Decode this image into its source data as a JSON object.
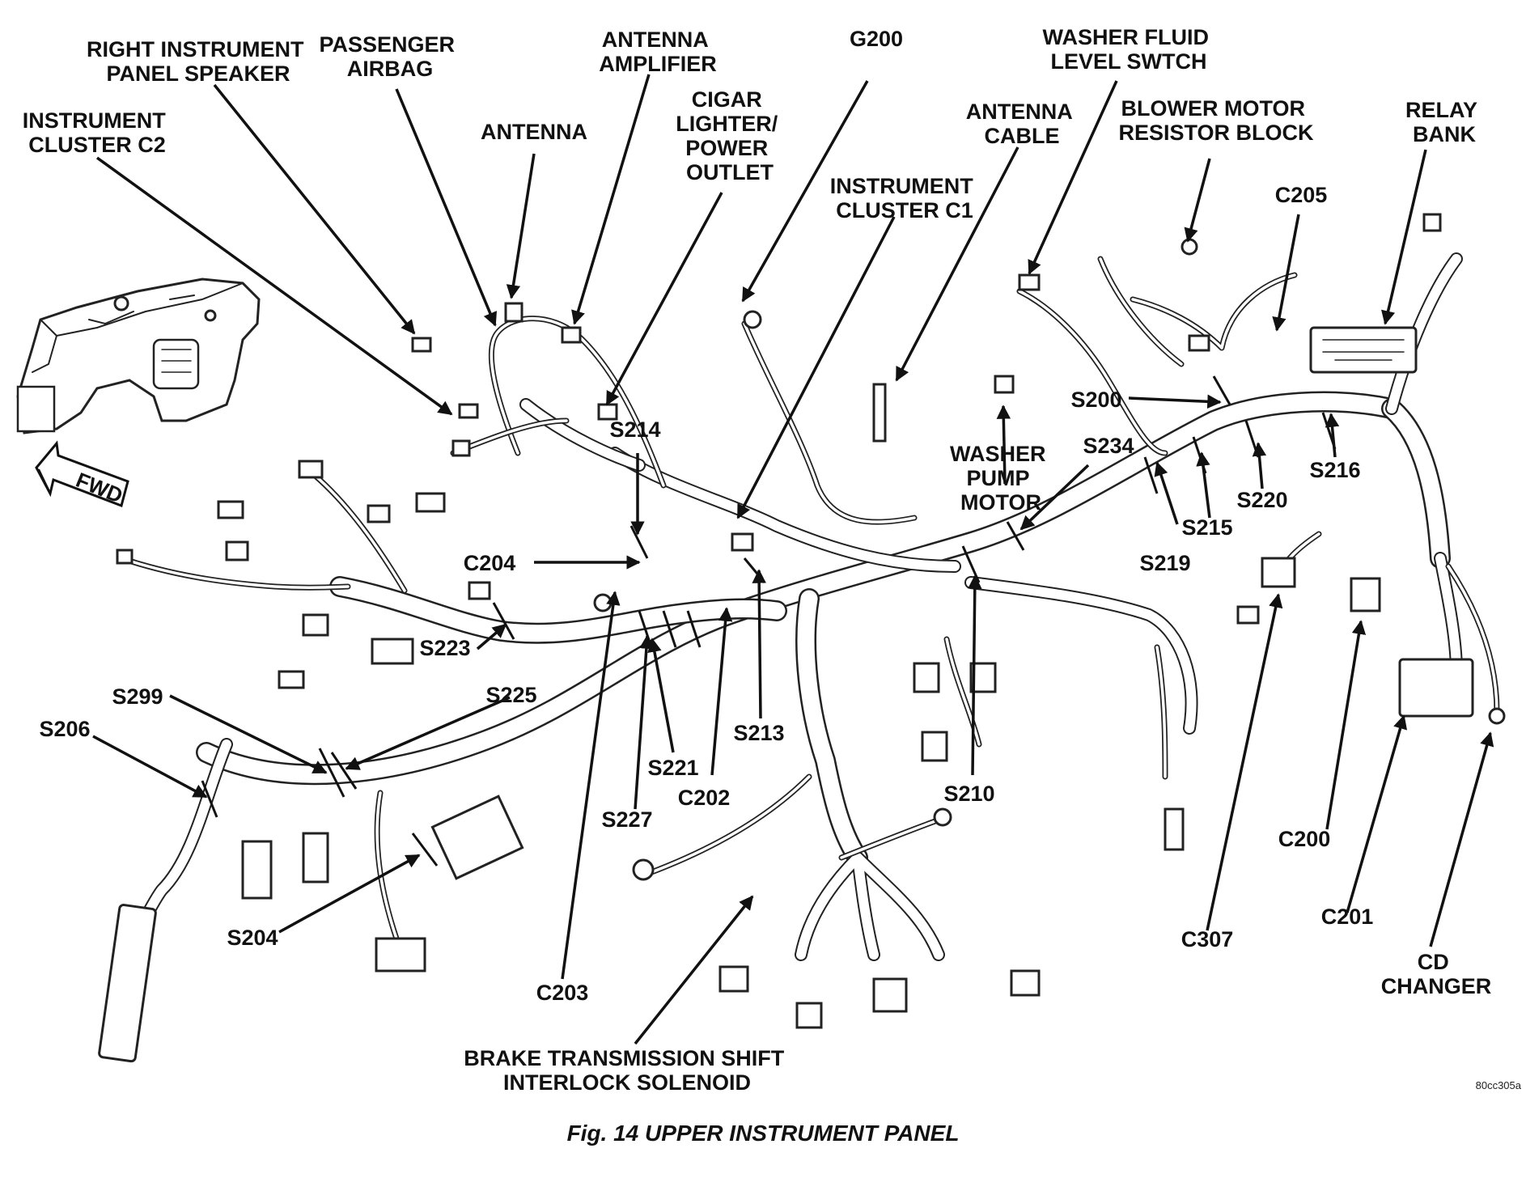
{
  "figure": {
    "caption": "Fig. 14 UPPER INSTRUMENT PANEL",
    "figure_id": "80cc305a",
    "direction_label": "FWD"
  },
  "labels": {
    "instrument_cluster_c2": [
      "INSTRUMENT",
      "CLUSTER C2"
    ],
    "right_instrument_panel_speaker": [
      "RIGHT INSTRUMENT",
      "PANEL SPEAKER"
    ],
    "passenger_airbag": [
      "PASSENGER",
      "AIRBAG"
    ],
    "antenna": [
      "ANTENNA"
    ],
    "antenna_amplifier": [
      "ANTENNA",
      "AMPLIFIER"
    ],
    "cigar_lighter_power_outlet": [
      "CIGAR",
      "LIGHTER/",
      "POWER",
      "OUTLET"
    ],
    "g200": [
      "G200"
    ],
    "instrument_cluster_c1": [
      "INSTRUMENT",
      "CLUSTER C1"
    ],
    "antenna_cable": [
      "ANTENNA",
      "CABLE"
    ],
    "washer_fluid_level_switch": [
      "WASHER FLUID",
      "LEVEL SWTCH"
    ],
    "blower_motor_resistor_block": [
      "BLOWER MOTOR",
      "RESISTOR BLOCK"
    ],
    "relay_bank": [
      "RELAY",
      "BANK"
    ],
    "c205": [
      "C205"
    ],
    "s200": [
      "S200"
    ],
    "s234": [
      "S234"
    ],
    "washer_pump_motor": [
      "WASHER",
      "PUMP",
      "MOTOR"
    ],
    "s216": [
      "S216"
    ],
    "s220": [
      "S220"
    ],
    "s215": [
      "S215"
    ],
    "s219": [
      "S219"
    ],
    "s214": [
      "S214"
    ],
    "c204": [
      "C204"
    ],
    "s223": [
      "S223"
    ],
    "s299": [
      "S299"
    ],
    "s225": [
      "S225"
    ],
    "s206": [
      "S206"
    ],
    "s213": [
      "S213"
    ],
    "s221": [
      "S221"
    ],
    "c202": [
      "C202"
    ],
    "s227": [
      "S227"
    ],
    "s210": [
      "S210"
    ],
    "s204": [
      "S204"
    ],
    "c203": [
      "C203"
    ],
    "brake_transmission_shift_interlock_solenoid": [
      "BRAKE TRANSMISSION SHIFT",
      "INTERLOCK SOLENOID"
    ],
    "c307": [
      "C307"
    ],
    "c200": [
      "C200"
    ],
    "c201": [
      "C201"
    ],
    "cd_changer": [
      "CD",
      "CHANGER"
    ]
  }
}
